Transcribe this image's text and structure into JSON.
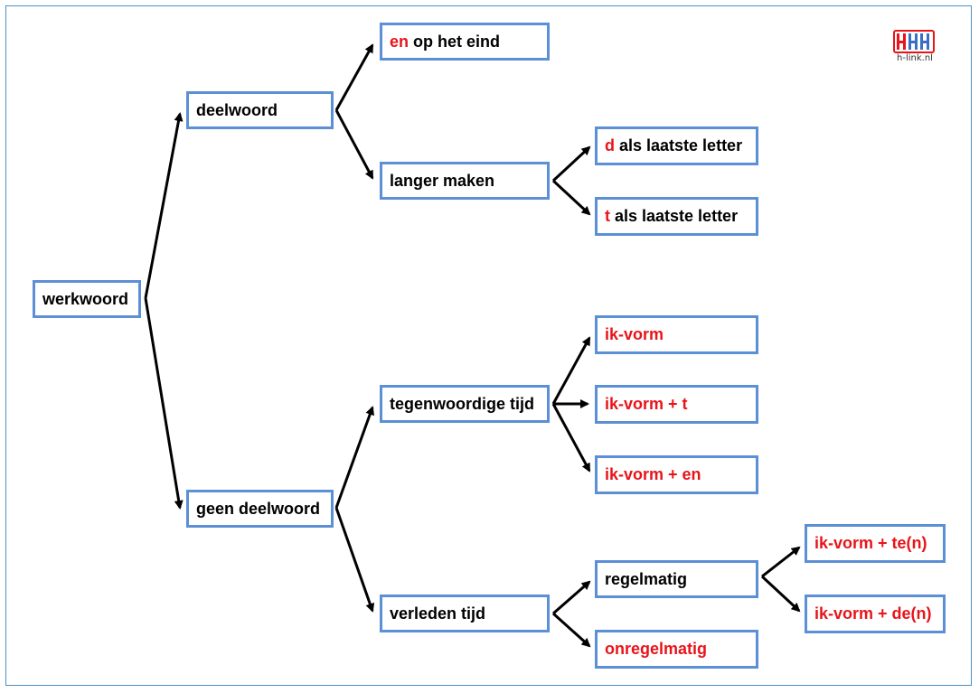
{
  "diagram": {
    "root": "werkwoord",
    "deelwoord": "deelwoord",
    "geen_deelwoord": "geen deelwoord",
    "en_op_het_eind": {
      "red": "en",
      "rest": " op het eind"
    },
    "langer_maken": "langer maken",
    "d_als_laatste_letter": {
      "red": "d",
      "rest": " als laatste letter"
    },
    "t_als_laatste_letter": {
      "red": "t",
      "rest": " als laatste letter"
    },
    "tegenwoordige_tijd": "tegenwoordige tijd",
    "verleden_tijd": "verleden tijd",
    "ik_vorm": "ik-vorm",
    "ik_vorm_t": "ik-vorm + t",
    "ik_vorm_en": "ik-vorm + en",
    "regelmatig": "regelmatig",
    "onregelmatig": "onregelmatig",
    "ik_vorm_te_n": "ik-vorm + te(n)",
    "ik_vorm_de_n": "ik-vorm + de(n)"
  },
  "logo": {
    "text": "h-link.nl"
  },
  "colors": {
    "box_border": "#5b8fd6",
    "red_text": "#e8141a",
    "frame": "#4a90c8"
  }
}
